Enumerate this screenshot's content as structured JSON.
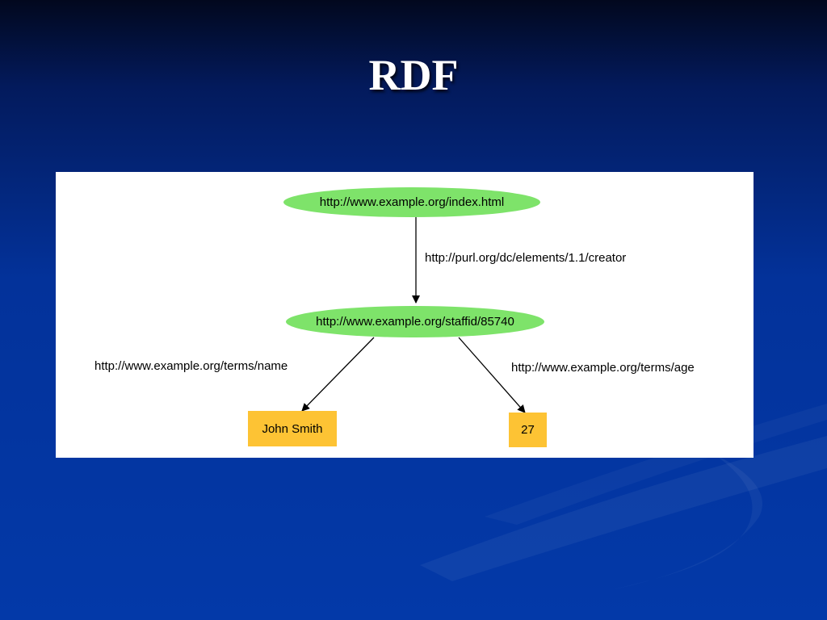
{
  "slide": {
    "title": "RDF"
  },
  "diagram": {
    "nodes": {
      "resource": "http://www.example.org/index.html",
      "staff": "http://www.example.org/staffid/85740",
      "name_value": "John Smith",
      "age_value": "27"
    },
    "edges": {
      "creator": "http://purl.org/dc/elements/1.1/creator",
      "name": "http://www.example.org/terms/name",
      "age": "http://www.example.org/terms/age"
    },
    "colors": {
      "resource_fill": "#7ee36a",
      "literal_fill": "#fdc334",
      "background": "#0339a8"
    }
  }
}
